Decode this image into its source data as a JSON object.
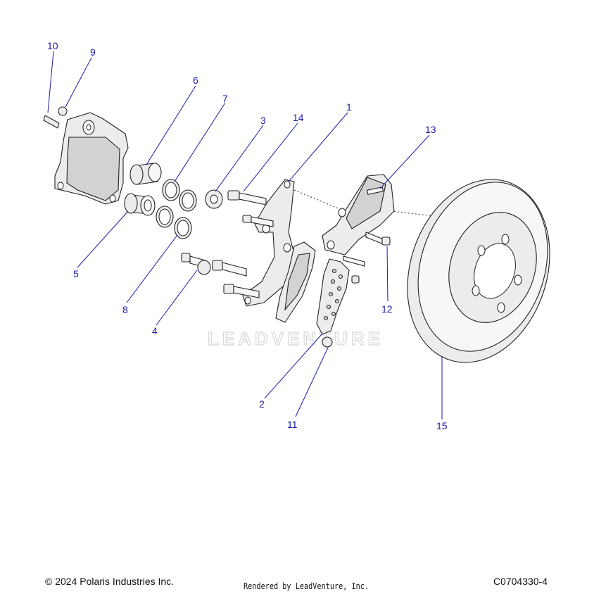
{
  "footer": {
    "copyright": "© 2024 Polaris Industries Inc.",
    "rendered_by": "Rendered by LeadVenture, Inc.",
    "diagram_code": "C0704330-4"
  },
  "watermark": {
    "text": "LEADVENTURE"
  },
  "callouts": {
    "c1": "1",
    "c2": "2",
    "c3": "3",
    "c4": "4",
    "c5": "5",
    "c6": "6",
    "c7": "7",
    "c8": "8",
    "c9": "9",
    "c10": "10",
    "c11": "11",
    "c12": "12",
    "c13": "13",
    "c14": "14",
    "c15": "15"
  },
  "colors": {
    "callout": "#1a1aa6",
    "line": "#222222",
    "fill": "#ececec"
  }
}
